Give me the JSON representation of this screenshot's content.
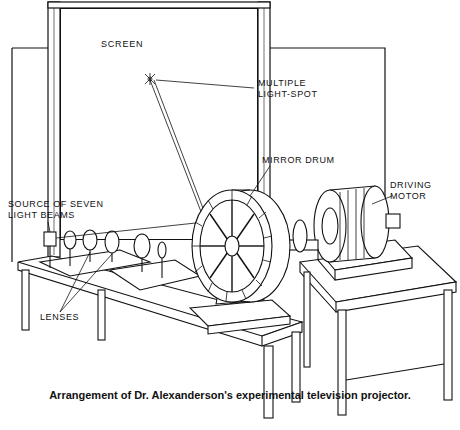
{
  "diagram": {
    "caption": "Arrangement of Dr. Alexanderson's experimental television projector.",
    "nodes": [
      {
        "text": [
          "SCREEN"
        ]
      }
    ],
    "labels": [
      "MULTIPLE LIGHT-SPOT",
      "MIRROR DRUM",
      "DRIVING MOTOR",
      "SOURCE OF SEVEN LIGHT BEAMS",
      "LENSES"
    ]
  }
}
